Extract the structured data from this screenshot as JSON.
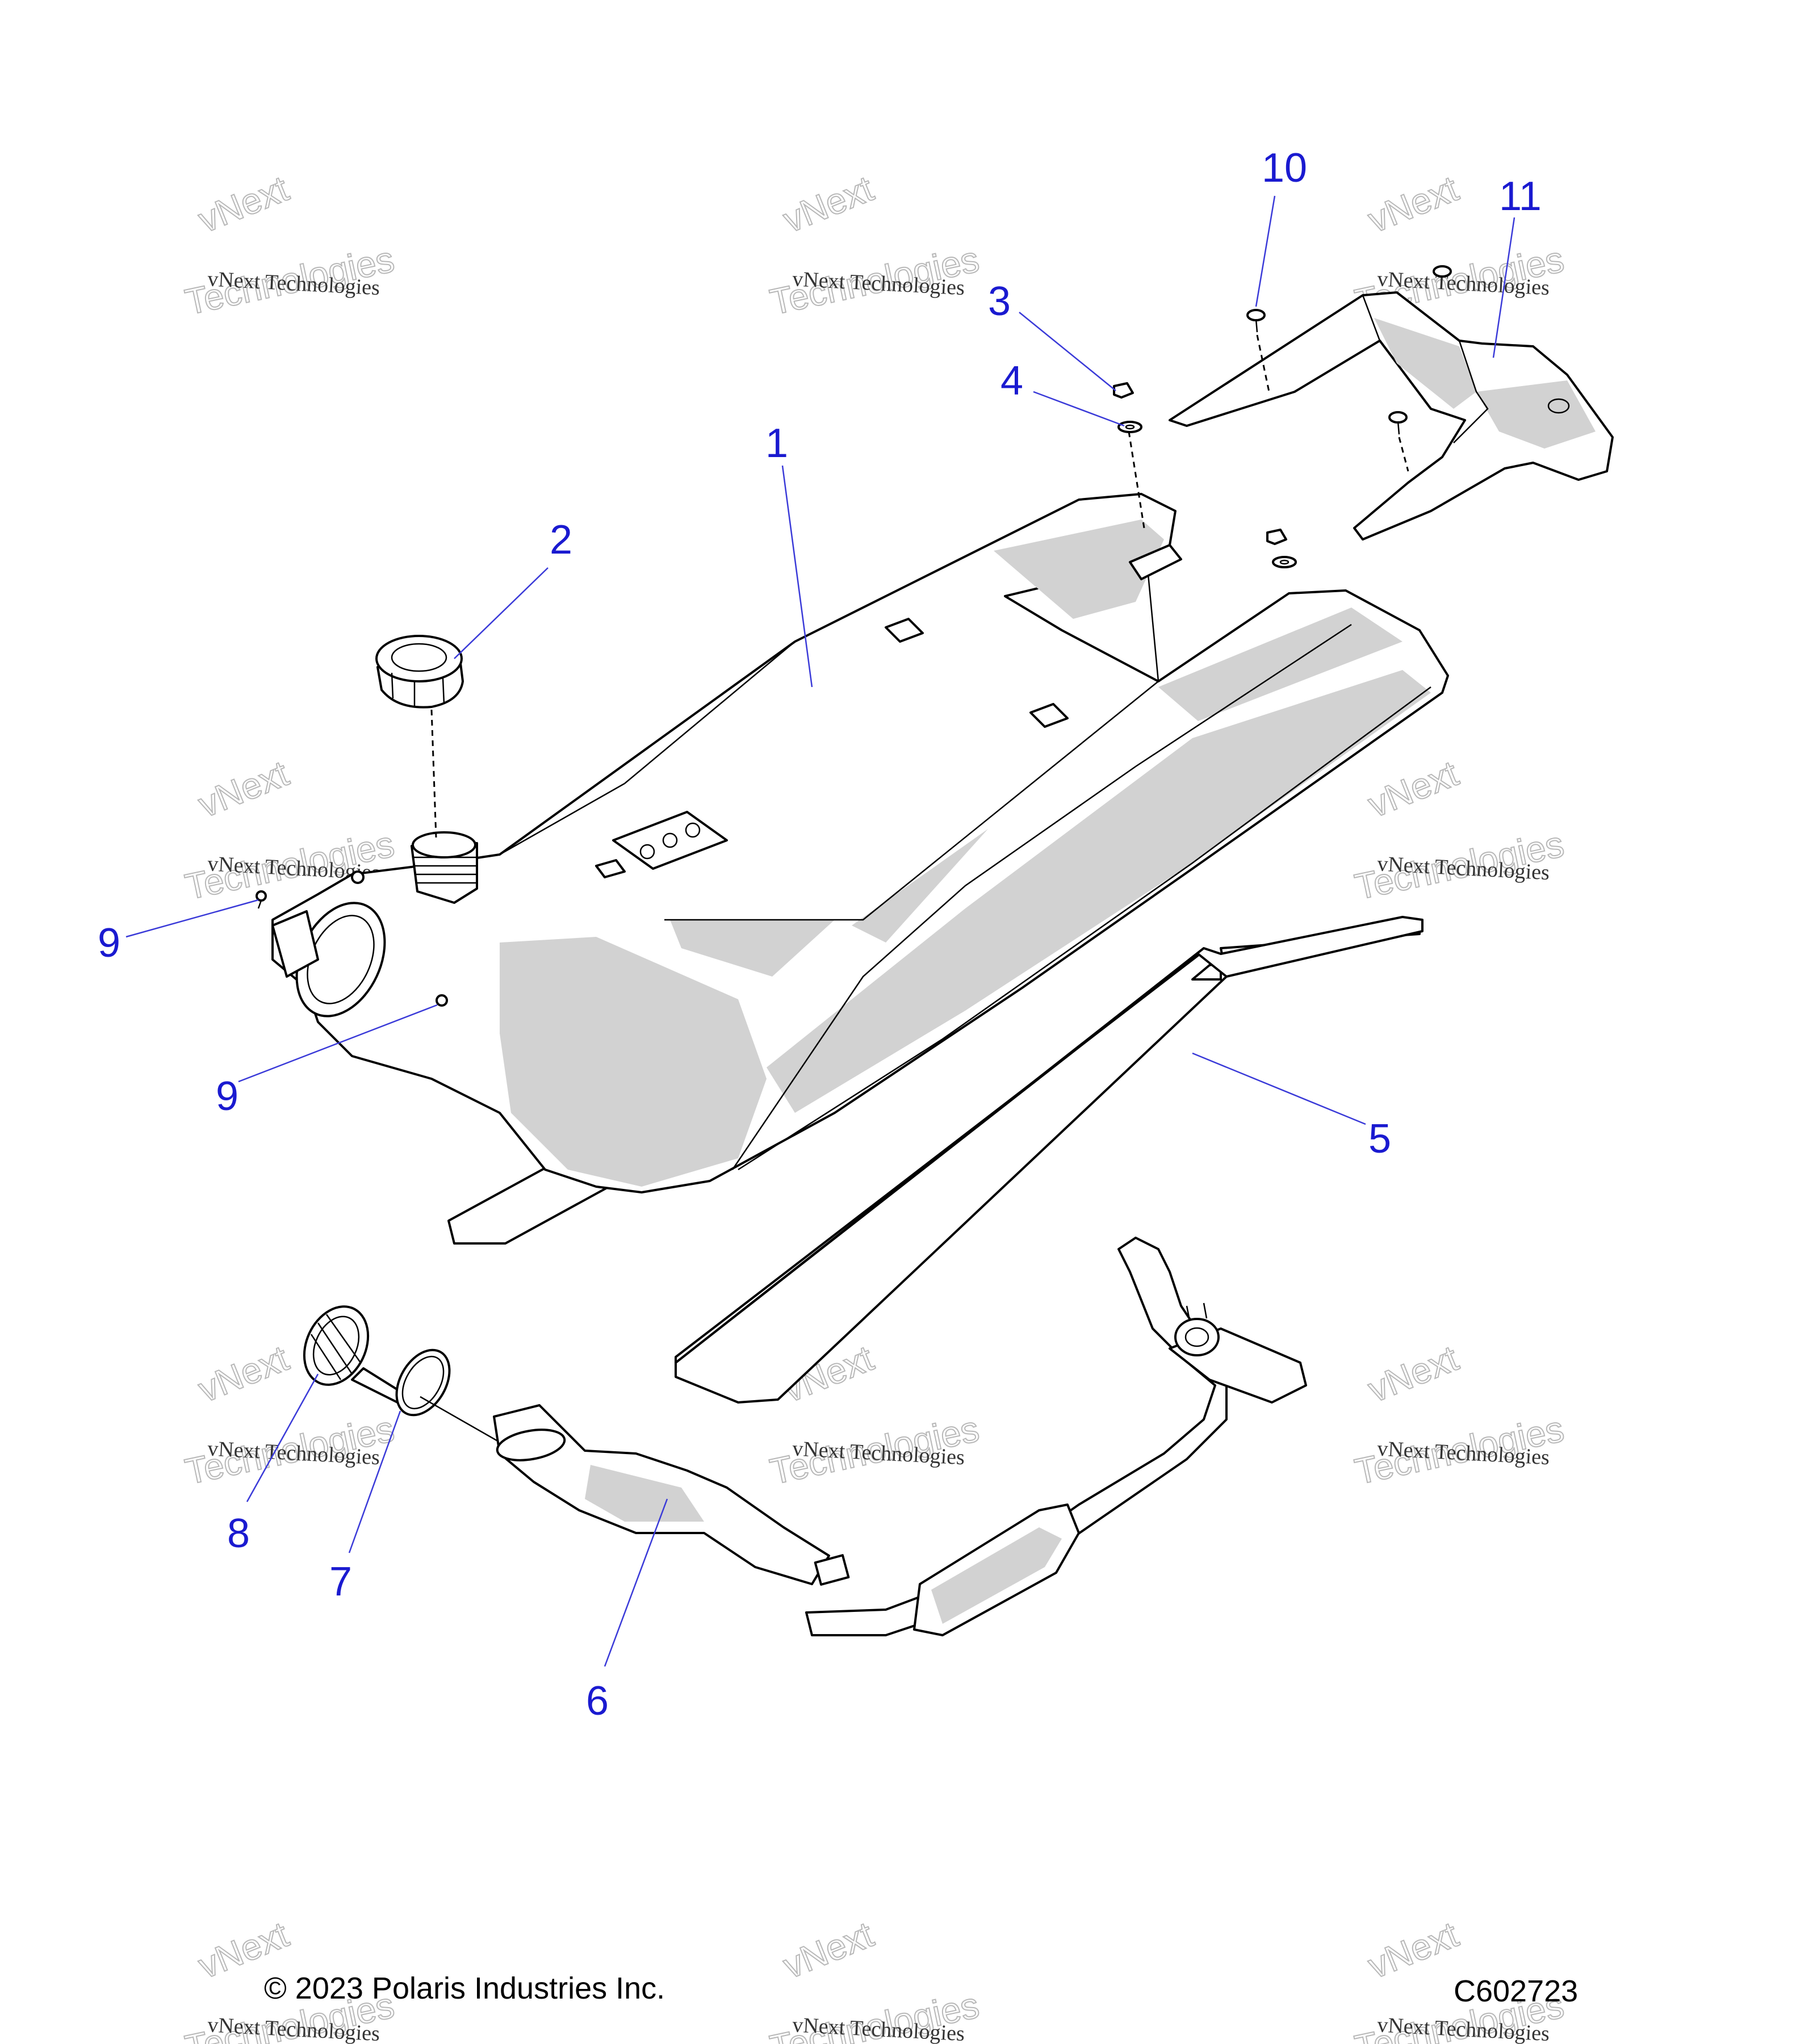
{
  "callouts": {
    "c1": "1",
    "c2": "2",
    "c3": "3",
    "c4": "4",
    "c5": "5",
    "c6": "6",
    "c7": "7",
    "c8": "8",
    "c9a": "9",
    "c9b": "9",
    "c10": "10",
    "c11": "11"
  },
  "watermark": {
    "line1": "vNext Technologies",
    "line2": "Technologies",
    "line3": "vNext"
  },
  "footer": {
    "copyright": "© 2023 Polaris Industries Inc.",
    "diagram_id": "C602723"
  },
  "colors": {
    "callout": "#1a1ad0",
    "leader": "#3a3ad8",
    "part_shade": "#d2d2d2"
  }
}
